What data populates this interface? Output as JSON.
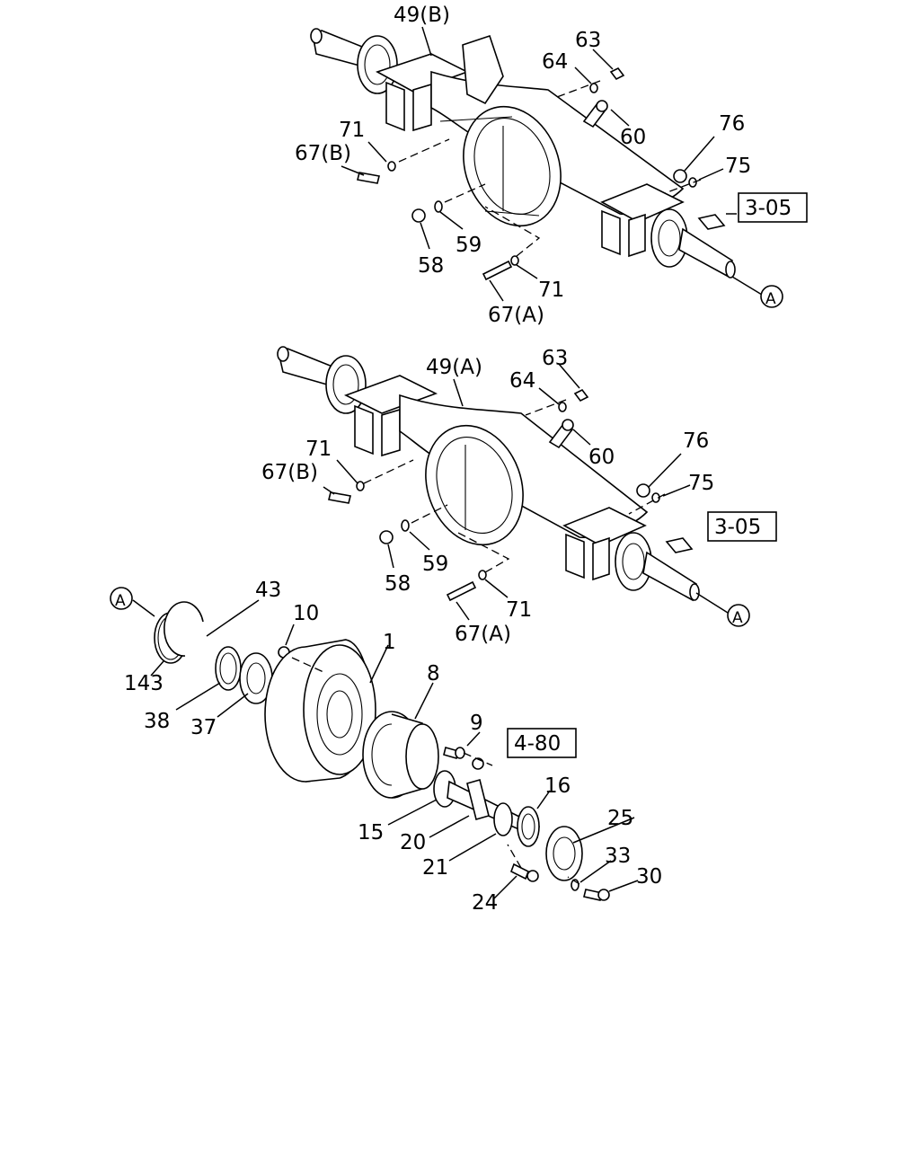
{
  "callouts": {
    "c49b": "49(B)",
    "c63a": "63",
    "c64a": "64",
    "c60a": "60",
    "c71a": "71",
    "c67b_a": "67(B)",
    "c76a": "76",
    "c75a": "75",
    "c58a": "58",
    "c59a": "59",
    "c71b": "71",
    "c67a_a": "67(A)",
    "c49a": "49(A)",
    "c63b": "63",
    "c64b": "64",
    "c60b": "60",
    "c71c": "71",
    "c67b_b": "67(B)",
    "c76b": "76",
    "c75b": "75",
    "c58b": "58",
    "c59b": "59",
    "c71d": "71",
    "c67a_b": "67(A)",
    "c43": "43",
    "c10": "10",
    "c1": "1",
    "c8": "8",
    "c9": "9",
    "c143": "143",
    "c38": "38",
    "c37": "37",
    "c16": "16",
    "c15": "15",
    "c20": "20",
    "c25": "25",
    "c21": "21",
    "c33": "33",
    "c24": "24",
    "c30": "30"
  },
  "references": {
    "ref305_top": "3-05",
    "ref305_mid": "3-05",
    "ref480": "4-80"
  },
  "connectors": {
    "a1": "A",
    "a2": "A",
    "a3": "A"
  }
}
